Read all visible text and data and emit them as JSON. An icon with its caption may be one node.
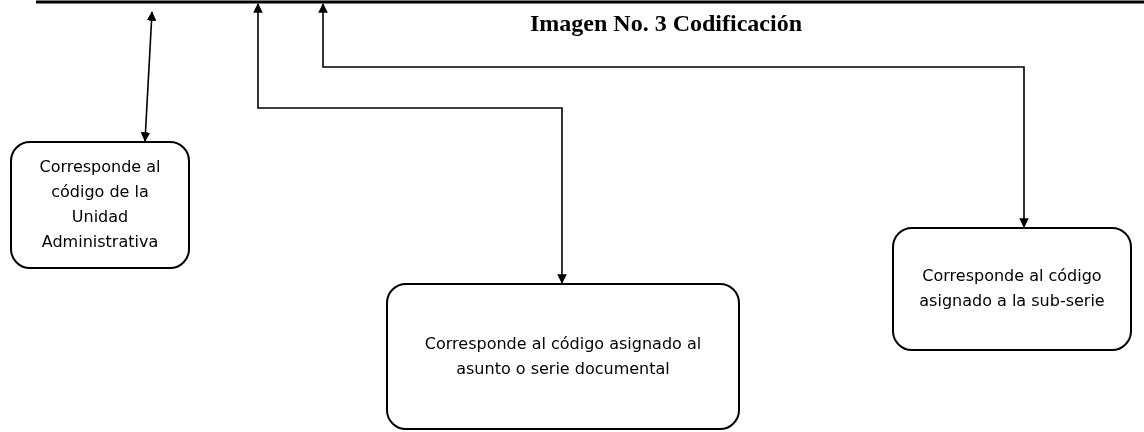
{
  "diagram": {
    "title": "Imagen No. 3 Codificación",
    "nodes": [
      {
        "text": [
          "Corresponde al código de la Unidad Administrativa"
        ]
      },
      {
        "text": [
          "Corresponde al código asignado al asunto o serie documental"
        ]
      },
      {
        "text": [
          "Corresponde al código asignado a la sub-serie"
        ]
      }
    ],
    "edges": [
      {
        "from": null,
        "to": 0,
        "arrow": "both"
      },
      {
        "from": null,
        "to": 1,
        "arrow": "both"
      },
      {
        "from": null,
        "to": 2,
        "arrow": "both"
      }
    ]
  }
}
